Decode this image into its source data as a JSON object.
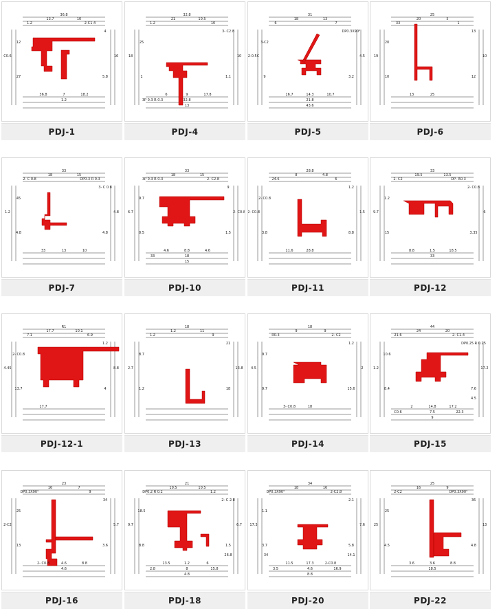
{
  "colors": {
    "profile": "#e01515",
    "caption_bg": "#efefef",
    "line": "#333333"
  },
  "products": [
    {
      "code": "PDJ-1",
      "dims": [
        "36.8",
        "13.7",
        "10",
        "2-C1.4",
        "1.2",
        "4",
        "12",
        "C0.6",
        "16",
        "27",
        "5.8",
        "36.8",
        "7",
        "18.2",
        "1.2"
      ]
    },
    {
      "code": "PDJ-4",
      "dims": [
        "32.8",
        "21",
        "10.5",
        "10",
        "1.2",
        "3- C2.8",
        "25",
        "18",
        "10",
        "1",
        "1.1",
        "6",
        "9",
        "17.8",
        "32.8",
        "13",
        "3P 0.3 R 0.3"
      ]
    },
    {
      "code": "PDJ-5",
      "dims": [
        "31",
        "18",
        "13",
        "7",
        "6",
        "DP0.3X90°",
        "3-C2",
        "2-0.5C",
        "4.5",
        "9",
        "3.2",
        "16.7",
        "14.3",
        "10.7",
        "21.8",
        "43.6"
      ]
    },
    {
      "code": "PDJ-6",
      "dims": [
        "25",
        "20",
        "5",
        "1",
        "33",
        "13",
        "20",
        "19",
        "10",
        "10",
        "12",
        "13",
        "25"
      ]
    },
    {
      "code": "PDJ-7",
      "dims": [
        "33",
        "18",
        "15",
        "DP0.3 R 0.3",
        "2- C 0.8",
        "3- C 0.8",
        "45",
        "1.2",
        "4.8",
        "4.8",
        "4.8",
        "33",
        "13",
        "10"
      ]
    },
    {
      "code": "PDJ-10",
      "dims": [
        "33",
        "18",
        "15",
        "2- C2.8",
        "3P 0.3 R 0.3",
        "9",
        "9.7",
        "6.7",
        "2- C0.8",
        "0.5",
        "1.5",
        "4.6",
        "8.8",
        "4.6",
        "18",
        "15",
        "33"
      ]
    },
    {
      "code": "PDJ-11",
      "dims": [
        "28.8",
        "8",
        "4.8",
        "6",
        "24.6",
        "1.2",
        "2- C0.8",
        "2- C0.8",
        "1.5",
        "3.8",
        "8.8",
        "11.6",
        "28.8"
      ]
    },
    {
      "code": "PDJ-12",
      "dims": [
        "33",
        "19.5",
        "13.5",
        "DP- R0.3",
        "2- C2",
        "2- C0.8",
        "1.2",
        "9.7",
        "6",
        "15",
        "3.35",
        "8.8",
        "1.5",
        "18.5",
        "33"
      ]
    },
    {
      "code": "PDJ-12-1",
      "dims": [
        "R1",
        "17.7",
        "10.1",
        "6.9",
        "7.1",
        "1.2",
        "2- C0.8",
        "4.45",
        "8.8",
        "13.7",
        "4",
        "17.7"
      ]
    },
    {
      "code": "PDJ-13",
      "dims": [
        "18",
        "1.2",
        "11",
        "9",
        "1.2",
        "21",
        "8.7",
        "2.7",
        "13.8",
        "1.2",
        "18"
      ]
    },
    {
      "code": "PDJ-14",
      "dims": [
        "18",
        "9",
        "9",
        "2- C2",
        "R0.3",
        "1.2",
        "9.7",
        "4.5",
        "2",
        "9.7",
        "15.6",
        "3- C0.8",
        "18"
      ]
    },
    {
      "code": "PDJ-15",
      "dims": [
        "44",
        "24",
        "20",
        "2- C1.4",
        "21.6",
        "DP0.25 R 0.25",
        "10.6",
        "1.2",
        "17.2",
        "8.4",
        "7.6",
        "2",
        "14.8",
        "17.2",
        "7.5",
        "9",
        "C0.6",
        "22.3",
        "4.5"
      ]
    },
    {
      "code": "PDJ-16",
      "dims": [
        "23",
        "16",
        "7",
        "9",
        "DP0.3X90°",
        "34",
        "25",
        "2-C2",
        "5.7",
        "13",
        "3.6",
        "2- C0.8",
        "4.6",
        "8.8",
        "4.6"
      ]
    },
    {
      "code": "PDJ-18",
      "dims": [
        "21",
        "10.5",
        "10.5",
        "1.2",
        "DP0.2 R 0.2",
        "2- C 2.8",
        "18.5",
        "9.7",
        "6.7",
        "8.8",
        "1.5",
        "13.5",
        "1.2",
        "6",
        "8",
        "4.8",
        "2.8",
        "15.8",
        "26.8"
      ]
    },
    {
      "code": "PDJ-20",
      "dims": [
        "34",
        "18",
        "16",
        "2-C2.8",
        "DP0.3X90°",
        "2.1",
        "1.1",
        "17.3",
        "7.6",
        "3.7",
        "5.8",
        "11.5",
        "17.3",
        "2-C0.8",
        "4.6",
        "8.8",
        "3.5",
        "16.9",
        "14.1",
        "34"
      ]
    },
    {
      "code": "PDJ-22",
      "dims": [
        "25",
        "16",
        "9",
        "DP0.3X90°",
        "2-C2",
        "36",
        "25",
        "25",
        "13",
        "4.5",
        "4.8",
        "3.6",
        "3.6",
        "8.8",
        "18.5"
      ]
    }
  ]
}
